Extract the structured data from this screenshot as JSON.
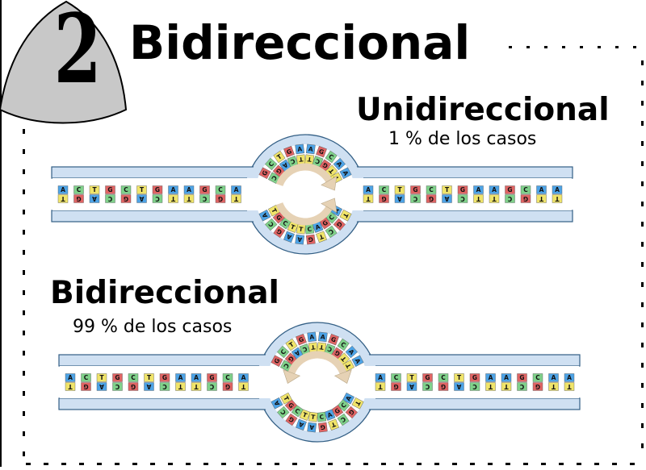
{
  "badge": {
    "number": "2"
  },
  "title": "Bidireccional",
  "panels": [
    {
      "id": "uni",
      "title": "Unidireccional",
      "subtitle": "1 % de los casos",
      "mode": "unidirectional"
    },
    {
      "id": "bi",
      "title": "Bidireccional",
      "subtitle": "99 % de los casos",
      "mode": "bidirectional"
    }
  ],
  "dna": {
    "top_strand": [
      "A",
      "C",
      "T",
      "G",
      "C",
      "T",
      "G",
      "A",
      "A",
      "G",
      "C",
      "A"
    ],
    "bottom_strand": [
      "T",
      "G",
      "A",
      "C",
      "G",
      "A",
      "C",
      "T",
      "T",
      "C",
      "G",
      "T"
    ],
    "base_colors": {
      "A": "#4da3e6",
      "T": "#f0e46a",
      "G": "#e06464",
      "C": "#7fd18a"
    }
  },
  "colors": {
    "nucleoplasm": "#cfe0f2",
    "outline": "#335f85",
    "arrow": "#e6d2b5",
    "dots": "#000000"
  }
}
